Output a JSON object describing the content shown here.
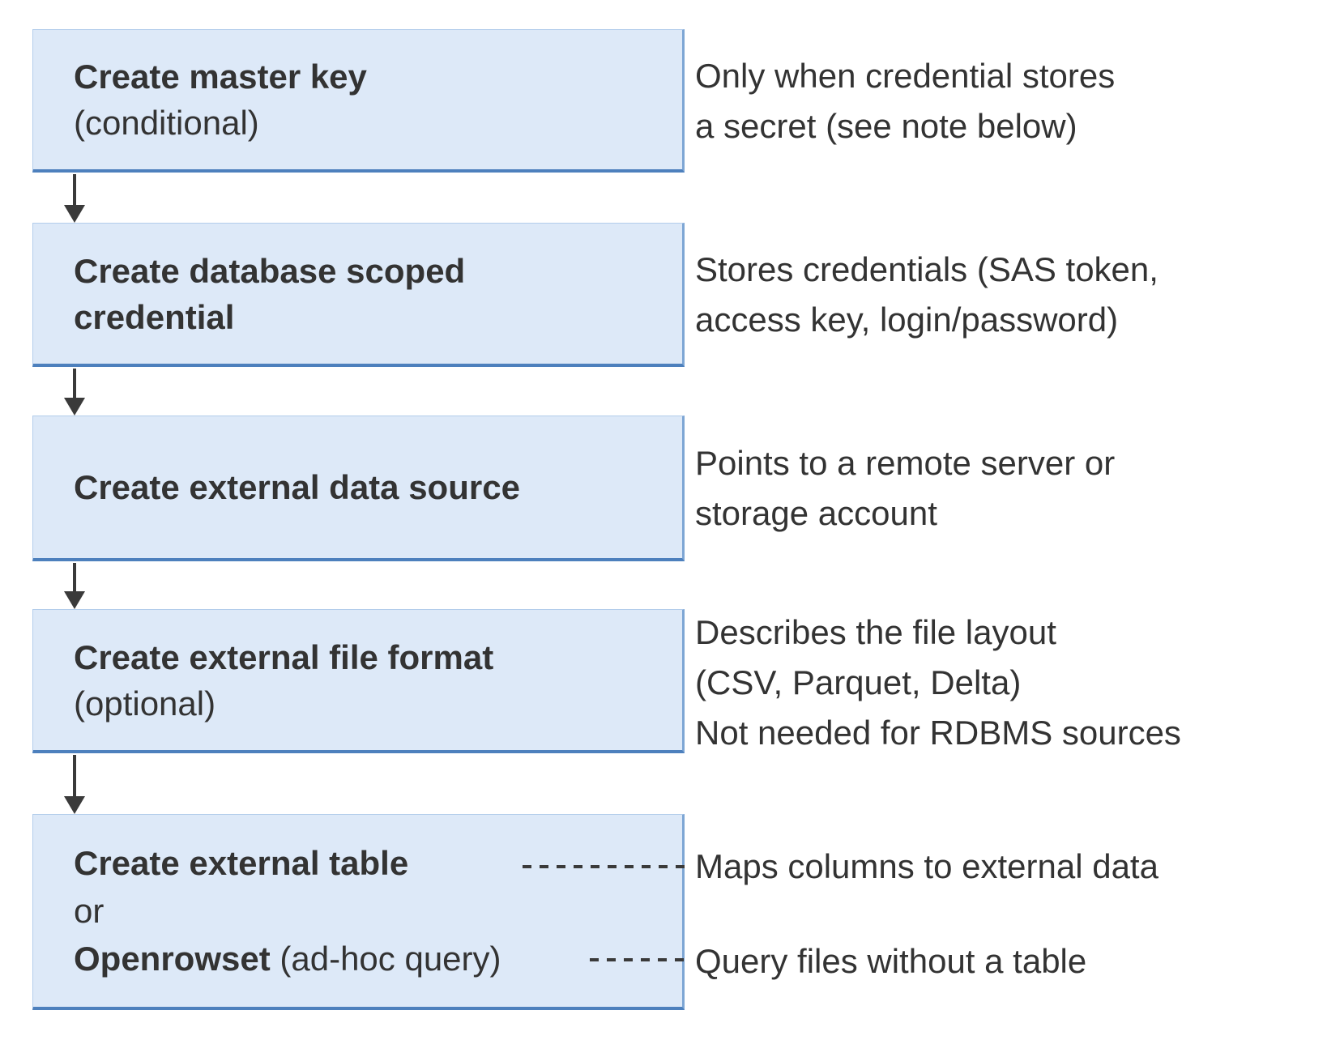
{
  "colors": {
    "background": "#ffffff",
    "box_fill": "#dde9f8",
    "box_border_light": "#b3cdeb",
    "box_border_right": "#7ea6d4",
    "box_border_bottom": "#4d80bd",
    "arrow": "#3a3a3a",
    "dash": "#3a3a3a",
    "text": "#333333"
  },
  "flow": {
    "steps": [
      {
        "id": "create-master-key",
        "title": "Create master key",
        "qualifier": "(conditional)",
        "note": "Only when credential stores\na secret (see note below)"
      },
      {
        "id": "create-database-scoped-credential",
        "title": "Create database scoped\ncredential",
        "note": "Stores credentials (SAS token,\naccess key, login/password)"
      },
      {
        "id": "create-external-data-source",
        "title": "Create external data source",
        "note": "Points to a remote server or\nstorage account"
      },
      {
        "id": "create-external-file-format",
        "title": "Create external file format",
        "qualifier": "(optional)",
        "note": "Describes the file layout\n(CSV, Parquet, Delta)\nNot needed for RDBMS sources"
      }
    ],
    "final_step": {
      "id": "create-external-table-or-openrowset",
      "option1_bold": "Create external table",
      "connector_word": "or",
      "option2_bold": "Openrowset",
      "option2_rest": " (ad-hoc query)",
      "note_external_table": "Maps columns to external data",
      "note_openrowset": "Query files without a table"
    }
  }
}
